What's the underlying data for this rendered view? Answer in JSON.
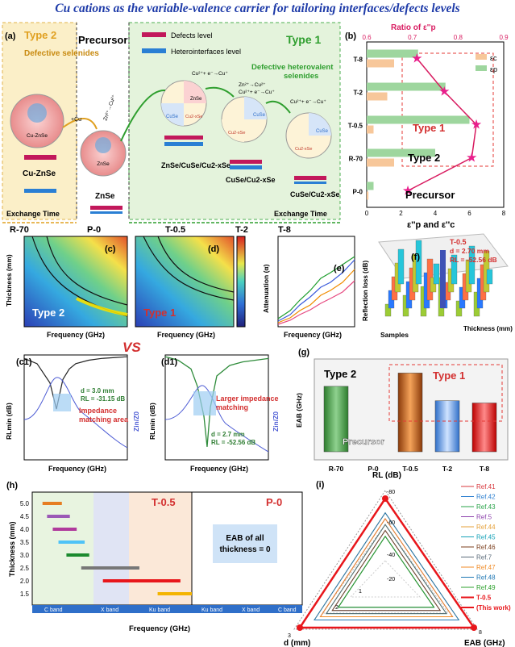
{
  "title": "Cu cations as the variable-valence carrier for tailoring interfaces/defects levels",
  "panel_a": {
    "label": "(a)",
    "type2": "Type 2",
    "type2_desc": "Defective selenides",
    "precursor": "Precursor",
    "type1": "Type 1",
    "type1_desc1": "Defective heterovalent",
    "type1_desc2": "selenides",
    "legend_defects": "Defects level",
    "legend_hetero": "Heterointerfaces level",
    "cu_znse": "Cu-ZnSe",
    "znse": "ZnSe",
    "plus_cu": "+Cu",
    "zn_reaction": "Zn²⁺→Cu²⁺",
    "reaction1": "Cu²⁺+ e⁻→Cu⁺",
    "reaction2": "Zn²⁺→Cu²⁺",
    "reaction3": "Cu²⁺+ e⁻→Cu⁺",
    "reaction4": "Cu²⁺+ e⁻→Cu⁺",
    "product1": "ZnSe/CuSe/Cu2-xSe",
    "product2": "CuSe/Cu2-xSe",
    "product3": "CuSe/Cu2-xSe",
    "inset_znse": "ZnSe",
    "inset_cuse": "CuSe",
    "inset_cu2xse": "Cu2-xSe",
    "axis": "Exchange Time",
    "axis2": "Exchange Time"
  },
  "panel_b": {
    "label": "(b)",
    "top_title": "Ratio of ε''p",
    "top_ticks": [
      "0.6",
      "0.7",
      "0.8",
      "0.9"
    ],
    "bottom_ticks": [
      "0",
      "2",
      "4",
      "6",
      "8"
    ],
    "xlabel": "ε''p and ε''c",
    "legend_c": "εc",
    "legend_p": "εp",
    "type1": "Type 1",
    "type2": "Type 2",
    "precursor": "Precursor"
  },
  "panel_c": {
    "label": "(c)",
    "region": "Type 2",
    "top": "R-70",
    "top2": "P-0",
    "ylabel": "Thickness (mm)",
    "xlabel": "Frequency (GHz)"
  },
  "panel_d": {
    "label": "(d)",
    "region": "Type 1",
    "top": "T-0.5",
    "top2": "T-2",
    "xlabel": "Frequency (GHz)"
  },
  "panel_e": {
    "label": "(e)",
    "top": "T-8",
    "ylabel": "Attenuation (α)",
    "xlabel": "Frequency (GHz)"
  },
  "panel_f": {
    "label": "(f)",
    "ann1": "T-0.5",
    "ann2": "d = 2.70 mm",
    "ann3": "RL = -52.56 dB",
    "zlabel": "Reflection loss (dB)",
    "xlabel": "Samples",
    "ylabel": "Thickness (mm)"
  },
  "vs": "VS",
  "panel_c1": {
    "label": "(c1)",
    "ylabel": "RLmin (dB)",
    "y2label": "Zin/Z0",
    "xlabel": "Frequency (GHz)",
    "ann1": "d = 3.0 mm",
    "ann2": "RL = -31.15 dB",
    "ann3": "Impedance",
    "ann4": "matching area"
  },
  "panel_d1": {
    "label": "(d1)",
    "ylabel": "RLmin (dB)",
    "y2label": "Zin/Z0",
    "xlabel": "Frequency (GHz)",
    "ann1": "d = 2.7 mm",
    "ann2": "RL = -52.56 dB",
    "ann3": "Larger impedance",
    "ann4": "matching"
  },
  "panel_g": {
    "label": "(g)",
    "ylabel": "EAB (GHz)",
    "type2": "Type 2",
    "type1": "Type 1",
    "precursor": "Precursor"
  },
  "panel_h": {
    "label": "(h)",
    "ylabel": "Thickness (mm)",
    "xlabel": "Frequency (GHz)",
    "left_title": "T-0.5",
    "right_title": "P-0",
    "box1": "EAB of all",
    "box2": "thickness = 0",
    "bands_left": [
      "C band",
      "X band",
      "Ku band"
    ],
    "bands_right": [
      "Ku band",
      "X band",
      "C band"
    ]
  },
  "panel_i": {
    "label": "(i)",
    "axis_rl": "RL (dB)",
    "axis_d": "d (mm)",
    "axis_eab": "EAB (GHz)",
    "rl_ticks": [
      "-80",
      "-60",
      "-40",
      "-20"
    ],
    "eab_tick": "8",
    "d_tick": "3",
    "inner_ticks": [
      "1",
      "2"
    ],
    "legend": [
      {
        "name": "Ref.41",
        "color": "#d8383d"
      },
      {
        "name": "Ref.42",
        "color": "#2c7fd0"
      },
      {
        "name": "Ref.43",
        "color": "#2aa34a"
      },
      {
        "name": "Ref.5",
        "color": "#8e44ad"
      },
      {
        "name": "Ref.44",
        "color": "#e6a13a"
      },
      {
        "name": "Ref.45",
        "color": "#17a2b8"
      },
      {
        "name": "Ref.46",
        "color": "#7b3f1d"
      },
      {
        "name": "Ref.7",
        "color": "#5b6b7a"
      },
      {
        "name": "Ref.47",
        "color": "#f08a24"
      },
      {
        "name": "Ref.48",
        "color": "#1f77b4"
      },
      {
        "name": "Ref.49",
        "color": "#2ca02c"
      },
      {
        "name": "T-0.5",
        "color": "#e8161b"
      },
      {
        "name": "(This work)",
        "color": "#e8161b"
      }
    ]
  },
  "chart_data": [
    {
      "type": "bar",
      "panel": "b",
      "categories": [
        "T-8",
        "T-2",
        "T-0.5",
        "R-70",
        "P-0"
      ],
      "series": [
        {
          "name": "εc",
          "values": [
            1.6,
            1.2,
            0.4,
            1.6,
            0.1
          ]
        },
        {
          "name": "εp",
          "values": [
            3.0,
            4.6,
            6.0,
            4.0,
            0.4
          ]
        }
      ],
      "xlim": [
        0,
        8
      ],
      "ratio_line": [
        0.71,
        0.77,
        0.84,
        0.83,
        0.69
      ],
      "ratio_lim": [
        0.6,
        0.9
      ]
    },
    {
      "type": "bar",
      "panel": "g",
      "categories": [
        "R-70",
        "P-0",
        "T-0.5",
        "T-2",
        "T-8"
      ],
      "values": [
        5.9,
        0,
        7.1,
        4.6,
        4.4
      ],
      "ylabel": "EAB (GHz)",
      "ylim": [
        0,
        8
      ]
    },
    {
      "type": "line",
      "panel": "c1",
      "x": [
        2,
        4,
        6,
        7,
        8,
        9,
        10,
        12,
        14,
        16,
        18
      ],
      "y": [
        -2,
        -5,
        -16,
        -31,
        -14,
        -8,
        -5,
        -3,
        -2,
        -1.5,
        -1
      ],
      "xlim": [
        2,
        18
      ],
      "ylim": [
        -60,
        0
      ]
    },
    {
      "type": "line",
      "panel": "d1",
      "x": [
        2,
        4,
        6,
        7,
        8,
        8.5,
        9,
        10,
        12,
        14,
        16,
        18
      ],
      "y": [
        -1,
        -3,
        -8,
        -18,
        -35,
        -52.56,
        -30,
        -12,
        -6,
        -4,
        -3,
        -2
      ],
      "xlim": [
        2,
        18
      ],
      "ylim": [
        -60,
        0
      ]
    },
    {
      "type": "bar",
      "panel": "h",
      "categories": [
        "5.0",
        "4.5",
        "4.0",
        "3.5",
        "3.0",
        "2.5",
        "2.0",
        "1.5"
      ],
      "ranges": [
        [
          4.9,
          6.6
        ],
        [
          5.3,
          7.3
        ],
        [
          5.8,
          7.9
        ],
        [
          6.3,
          8.6
        ],
        [
          7.0,
          9.0
        ],
        [
          8.3,
          13.4
        ],
        [
          10.2,
          17.0
        ],
        [
          15.0,
          18.0
        ]
      ],
      "xlim": [
        4,
        18
      ],
      "ylim": [
        1.0,
        5.5
      ]
    }
  ]
}
